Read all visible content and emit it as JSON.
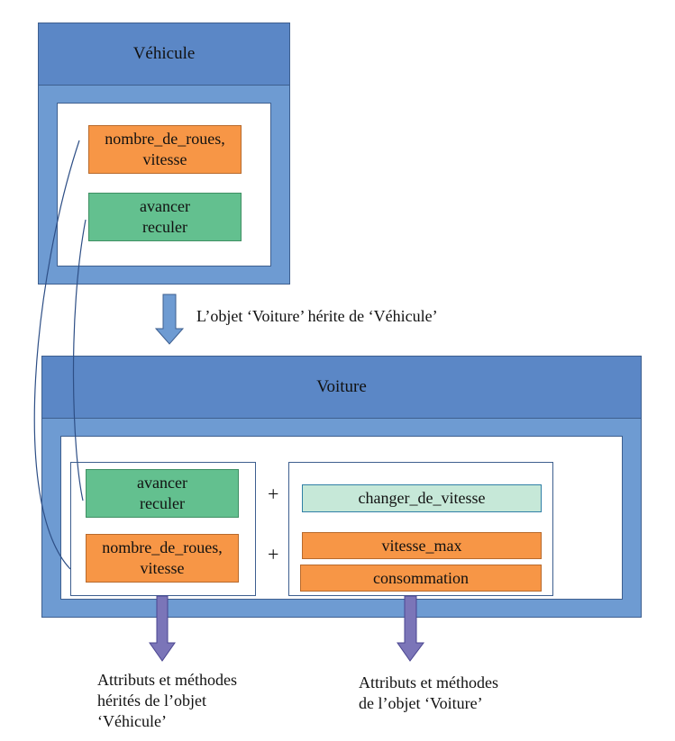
{
  "vehicule": {
    "title": "Véhicule",
    "attributes": [
      "nombre_de_roues,",
      "vitesse"
    ],
    "methods": [
      "avancer",
      "reculer"
    ]
  },
  "inheritance_label": "L’objet ‘Voiture’ hérite de ‘Véhicule’",
  "voiture": {
    "title": "Voiture",
    "inherited_methods": [
      "avancer",
      "reculer"
    ],
    "inherited_attributes": [
      "nombre_de_roues,",
      "vitesse"
    ],
    "plus_1": "+",
    "plus_2": "+",
    "own_method": "changer_de_vitesse",
    "own_attribute_1": "vitesse_max",
    "own_attribute_2": "consommation"
  },
  "caption_inherited": [
    "Attributs et méthodes",
    "hérités de l’objet",
    "‘Véhicule’"
  ],
  "caption_own": [
    "Attributs et méthodes",
    "de l’objet ‘Voiture’"
  ],
  "colors": {
    "header": "#5b87c6",
    "frame": "#6e9bd2",
    "attribute_orange": "#f79646",
    "method_green": "#63c08f",
    "new_method_mint": "#c6e8d8",
    "arrow": "#7b75b8"
  }
}
